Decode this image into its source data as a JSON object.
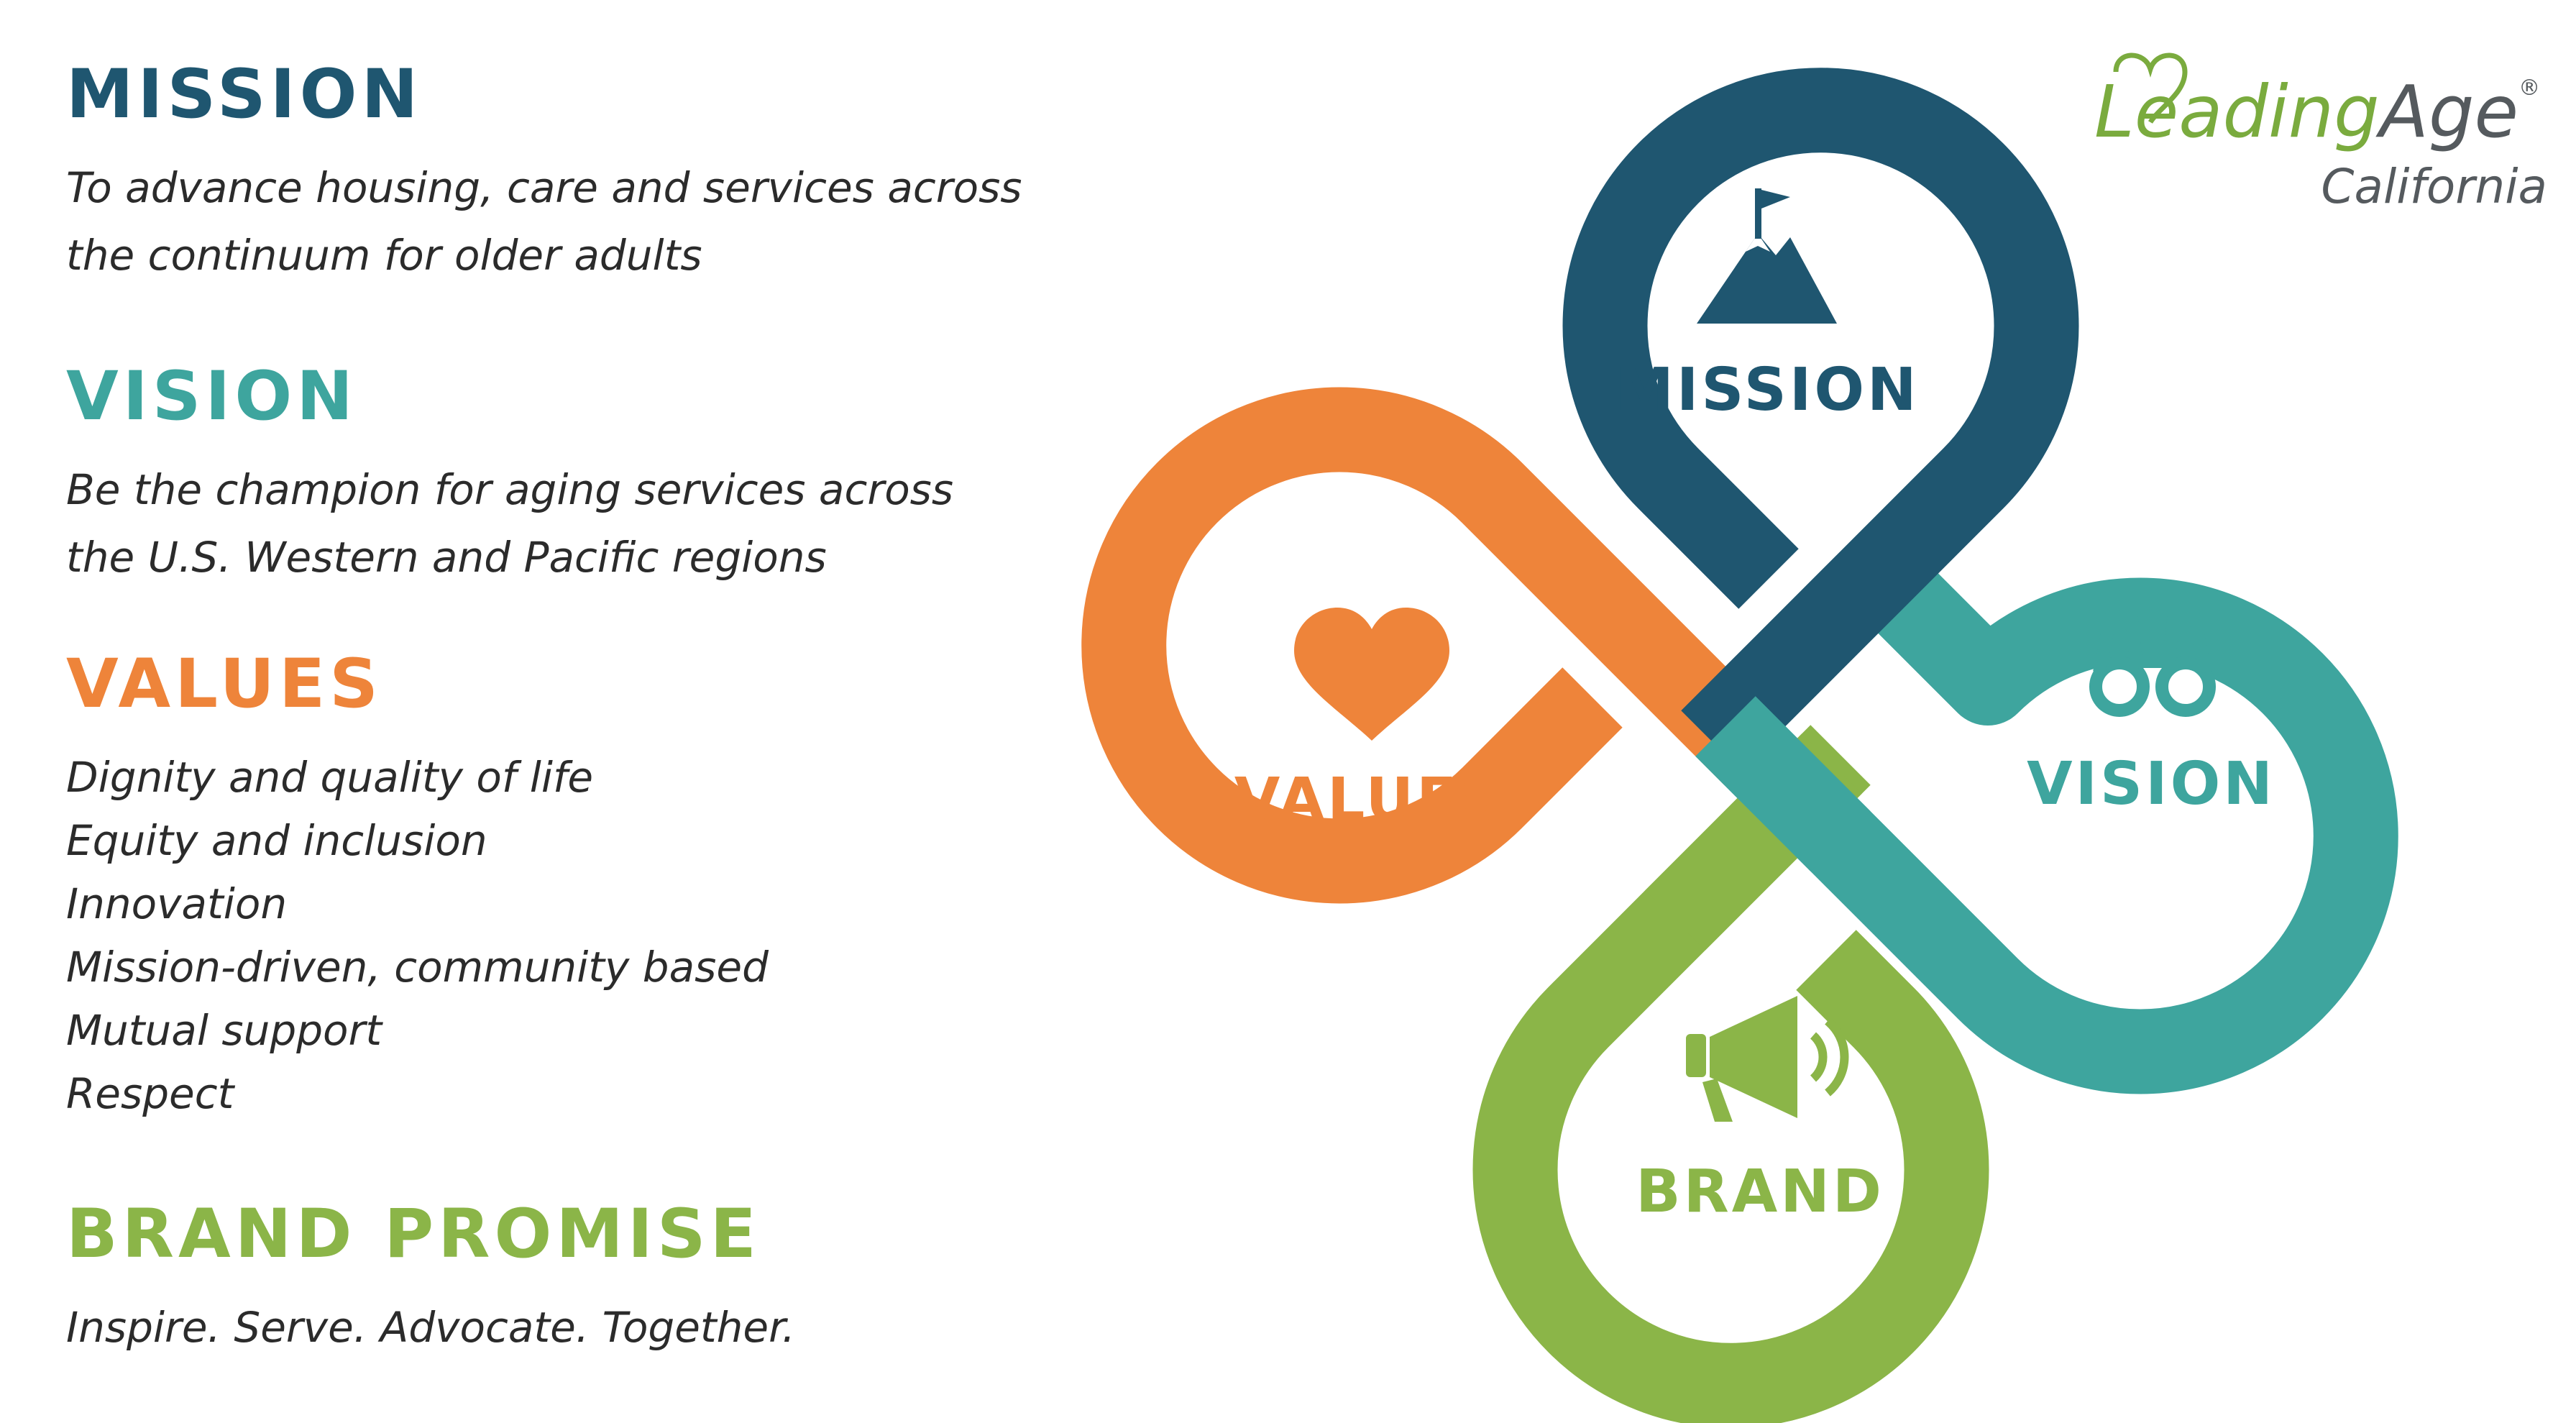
{
  "colors": {
    "mission": "#1f5670",
    "vision": "#3ea59e",
    "values": "#ee843a",
    "brand": "#8bb548",
    "text": "#2b2b2b",
    "logo_green": "#7aab3e",
    "logo_gray": "#555a5e"
  },
  "sections": {
    "mission": {
      "heading": "MISSION",
      "lines": [
        "To advance housing, care and services across",
        "the continuum for older adults"
      ]
    },
    "vision": {
      "heading": "VISION",
      "lines": [
        "Be the champion for aging services across",
        "the U.S. Western and Pacific regions"
      ]
    },
    "values": {
      "heading": "VALUES",
      "items": [
        "Dignity and quality of life",
        "Equity and inclusion",
        "Innovation",
        "Mission-driven, community based",
        "Mutual support",
        "Respect"
      ]
    },
    "brand": {
      "heading": "BRAND PROMISE",
      "lines": [
        "Inspire. Serve. Advocate. Together."
      ]
    }
  },
  "diagram": {
    "mission_label": "MISSION",
    "vision_label": "VISION",
    "values_label": "VALUES",
    "brand_label": "BRAND",
    "mission_icon": "mountain-flag-icon",
    "vision_icon": "binoculars-icon",
    "values_icon": "heart-icon",
    "brand_icon": "megaphone-icon"
  },
  "logo": {
    "name_leading": "Leading",
    "name_age": "Age",
    "registered": "®",
    "region": "California"
  }
}
